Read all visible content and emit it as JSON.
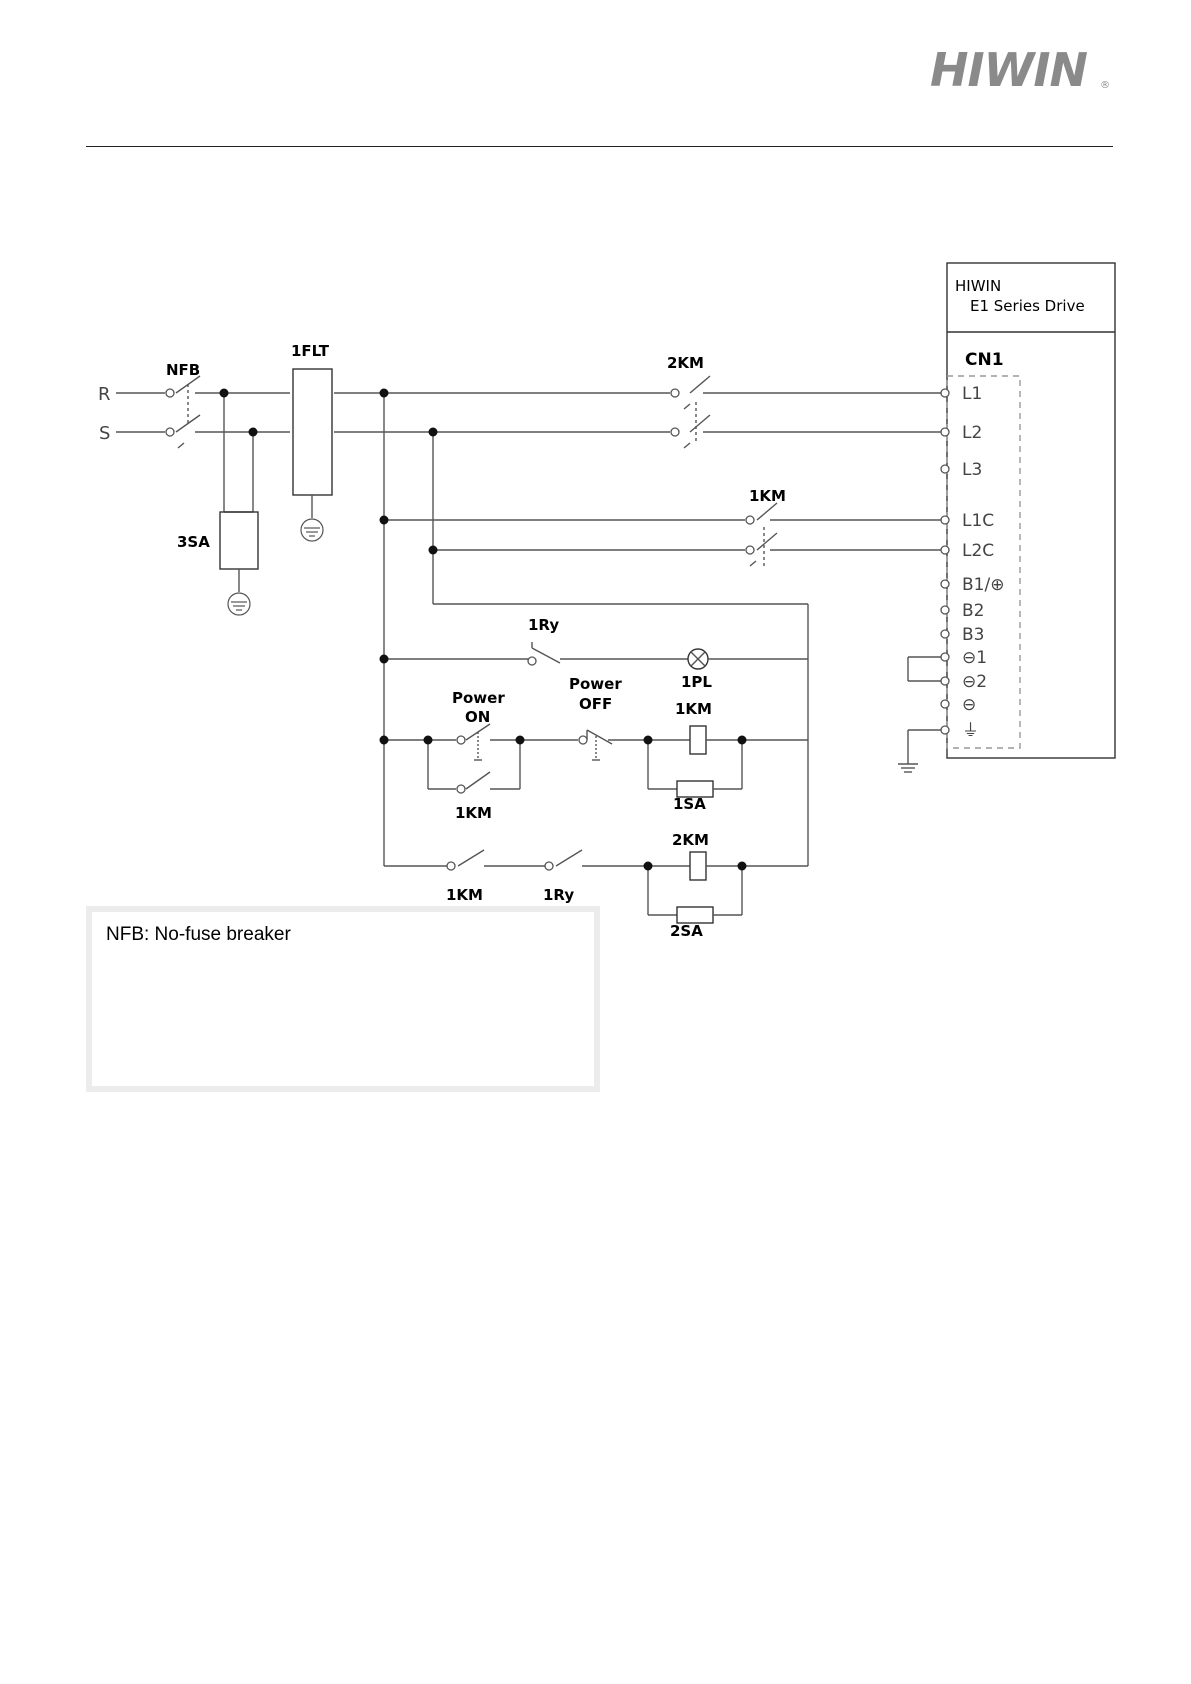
{
  "header": {
    "logo_text": "HIWIN",
    "logo_mark": "®"
  },
  "drive": {
    "title_line1": "HIWIN",
    "title_line2": "E1 Series Drive",
    "connector": "CN1",
    "terminals": [
      "L1",
      "L2",
      "L3",
      "L1C",
      "L2C",
      "B1/⊕",
      "B2",
      "B3",
      "⊖1",
      "⊖2",
      "⊖",
      "⏚"
    ]
  },
  "inputs": {
    "r": "R",
    "s": "S"
  },
  "components": {
    "nfb": "NFB",
    "flt": "1FLT",
    "sa3": "3SA",
    "km2_main": "2KM",
    "km1_main": "1KM",
    "ry1_top": "1Ry",
    "pl1": "1PL",
    "power_on_1": "Power",
    "power_on_2": "ON",
    "power_off_1": "Power",
    "power_off_2": "OFF",
    "km1_coil": "1KM",
    "km1_hold": "1KM",
    "sa1": "1SA",
    "km2_coil": "2KM",
    "km1_bottom": "1KM",
    "ry1_bottom": "1Ry",
    "sa2": "2SA"
  },
  "legend": {
    "nfb_note": "NFB: No-fuse breaker"
  },
  "colors": {
    "line": "#555555",
    "logo": "#8a8a8a",
    "dashed": "#999999"
  }
}
